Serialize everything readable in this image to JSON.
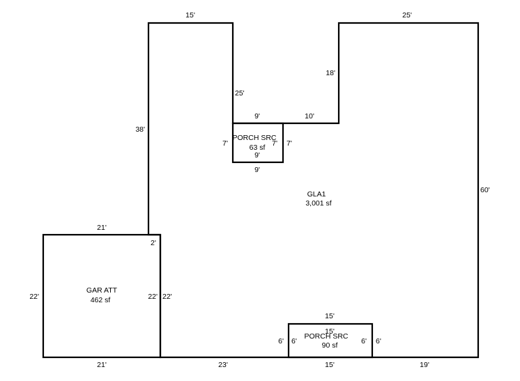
{
  "areas": {
    "gla": {
      "name": "GLA1",
      "area": "3,001 sf"
    },
    "garage": {
      "name": "GAR ATT",
      "area": "462 sf"
    },
    "porch_top": {
      "name": "PORCH SRC",
      "area": "63 sf"
    },
    "porch_bottom": {
      "name": "PORCH SRC",
      "area": "90 sf"
    }
  },
  "dimensions": {
    "gla_top_left": "15'",
    "gla_top_right": "25'",
    "gla_left_upper": "38'",
    "gla_notch_left": "25'",
    "gla_notch_bottom_left": "9'",
    "gla_notch_bottom_right": "10'",
    "gla_notch_right": "18'",
    "gla_right": "60'",
    "gla_bottom_mid": "23'",
    "gla_bottom_right": "19'",
    "gla_step": "2'",
    "gla_garage_side": "22'",
    "garage_top": "21'",
    "garage_left": "22'",
    "garage_right": "22'",
    "garage_bottom": "21'",
    "porch_top_left": "7'",
    "porch_top_right_in": "7'",
    "porch_top_right_out": "7'",
    "porch_top_inner": "9'",
    "porch_top_bottom": "9'",
    "porch_bottom_top_out": "15'",
    "porch_bottom_top_in": "15'",
    "porch_bottom_left_out": "6'",
    "porch_bottom_left_in": "6'",
    "porch_bottom_right_in": "6'",
    "porch_bottom_right_out": "6'",
    "porch_bottom_bottom": "15'"
  }
}
